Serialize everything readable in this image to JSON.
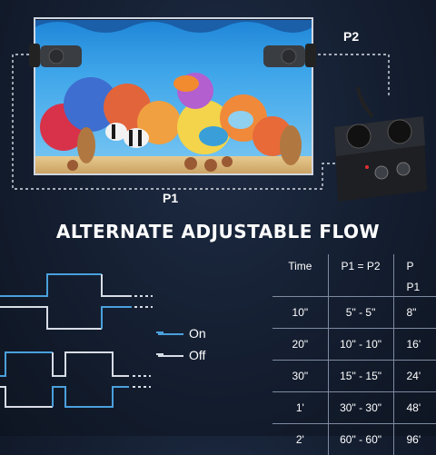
{
  "diagram": {
    "pump_labels": {
      "p1": "P1",
      "p2": "P2"
    },
    "title": "ALTERNATE ADJUSTABLE FLOW",
    "legend": {
      "on": "On",
      "off": "Off"
    },
    "colors": {
      "on": "#4aa0dc",
      "off": "#d8dde6",
      "background": "#141e30"
    }
  },
  "table": {
    "headers": [
      "Time",
      "P1 = P2",
      "P"
    ],
    "subheaders": [
      "",
      "",
      "P1"
    ],
    "rows": [
      [
        "10\"",
        "5\" - 5\"",
        "8\""
      ],
      [
        "20\"",
        "10\" - 10\"",
        "16'"
      ],
      [
        "30\"",
        "15\" - 15\"",
        "24'"
      ],
      [
        "1'",
        "30\" - 30\"",
        "48'"
      ],
      [
        "2'",
        "60\" - 60\"",
        "96'"
      ]
    ]
  }
}
